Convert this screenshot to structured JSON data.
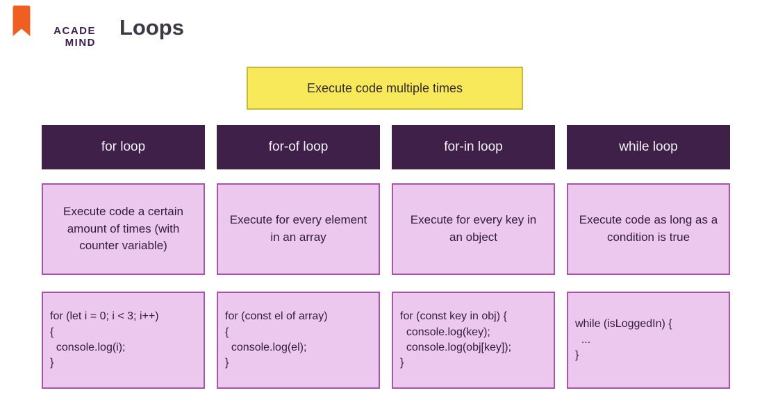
{
  "logo": {
    "line1": "ACADE",
    "line2": "MIND"
  },
  "title": "Loops",
  "banner": "Execute code multiple times",
  "colors": {
    "header-bg": "#3e2048",
    "header-text": "#f5f0f7",
    "box-bg": "#ecc8ee",
    "box-border": "#a855a8",
    "banner-bg": "#f8e95a",
    "banner-border": "#c8b83e",
    "text-dark": "#321c3c",
    "logo-purple": "#3a1d4e",
    "logo-orange": "#f05f22"
  },
  "columns": [
    {
      "header": "for loop",
      "description": "Execute code a certain amount of times (with counter variable)",
      "code": "for (let i = 0; i < 3; i++)\n{\n  console.log(i);\n}"
    },
    {
      "header": "for-of loop",
      "description": "Execute for every element in an array",
      "code": "for (const el of array)\n{\n  console.log(el);\n}"
    },
    {
      "header": "for-in loop",
      "description": "Execute for every key in an object",
      "code": "for (const key in obj) {\n  console.log(key);\n  console.log(obj[key]);\n}"
    },
    {
      "header": "while loop",
      "description": "Execute code as long as a condition is true",
      "code": "while (isLoggedIn) {\n  ...\n}"
    }
  ]
}
